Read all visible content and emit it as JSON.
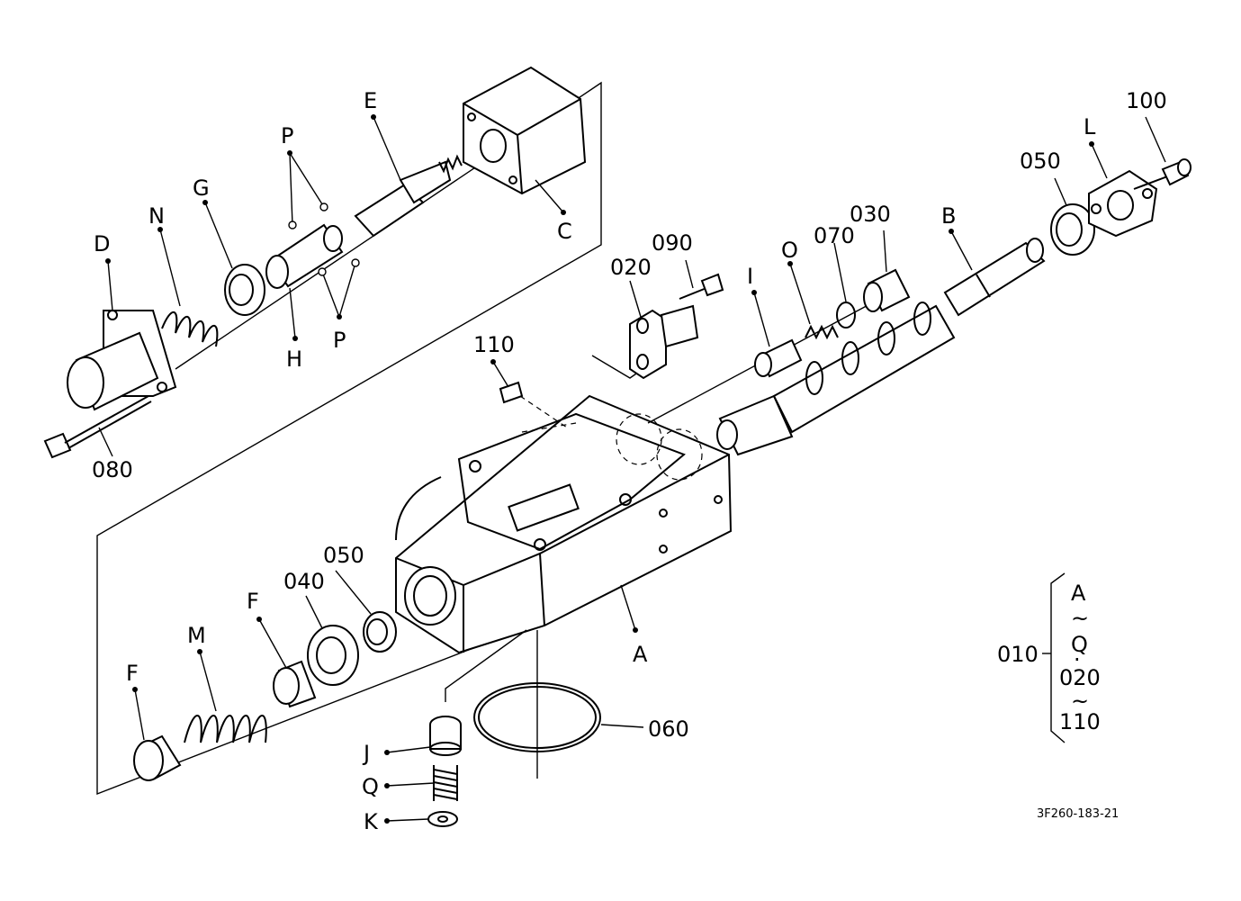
{
  "labels": {
    "A": "A",
    "B": "B",
    "C": "C",
    "D": "D",
    "E": "E",
    "F_upper": "F",
    "F_lower": "F",
    "G": "G",
    "H": "H",
    "I": "I",
    "J": "J",
    "K": "K",
    "L": "L",
    "M": "M",
    "N": "N",
    "O": "O",
    "P_top": "P",
    "P_bottom": "P",
    "Q": "Q",
    "p020": "020",
    "p030": "030",
    "p040": "040",
    "p050_upper": "050",
    "p050_lower": "050",
    "p060": "060",
    "p070": "070",
    "p080": "080",
    "p090": "090",
    "p100": "100",
    "p110": "110"
  },
  "assembly": {
    "ref": "010",
    "range_top": "A",
    "range_sep1": "~",
    "range_mid": "Q",
    "range_dot": "·",
    "range_start2": "020",
    "range_sep2": "~",
    "range_end2": "110"
  },
  "drawing_code": "3F260-183-21"
}
